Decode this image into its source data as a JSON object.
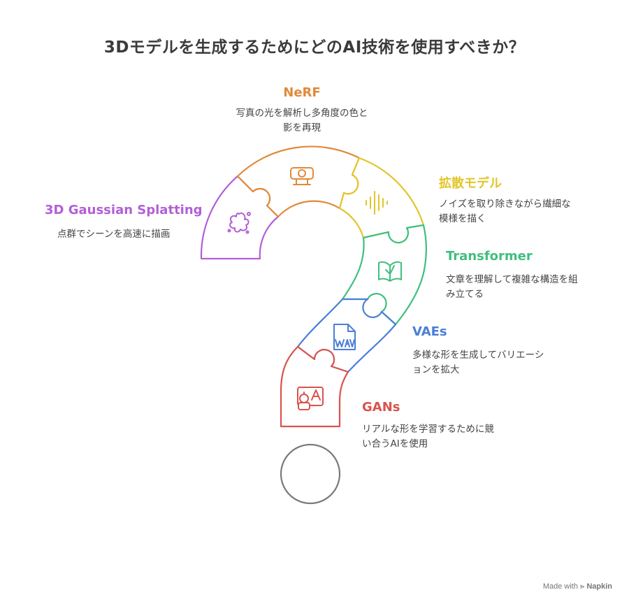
{
  "title": "3Dモデルを生成するためにどのAI技術を使用すべきか？",
  "techniques": [
    {
      "key": "nerf",
      "name": "NeRF",
      "description_lines": [
        "写真の光を解析し多角度の色と",
        "影を再現"
      ],
      "color": "#e08a3c",
      "icon": "camera-icon"
    },
    {
      "key": "diffusion",
      "name": "拡散モデル",
      "description_lines": [
        "ノイズを取り除きながら繊細な",
        "模様を描く"
      ],
      "color": "#e2c52a",
      "icon": "waveform-icon"
    },
    {
      "key": "transformer",
      "name": "Transformer",
      "description_lines": [
        "文章を理解して複雑な構造を組",
        "み立てる"
      ],
      "color": "#3fbf7f",
      "icon": "book-icon"
    },
    {
      "key": "vaes",
      "name": "VAEs",
      "description_lines": [
        "多様な形を生成してバリエーシ",
        "ョンを拡大"
      ],
      "color": "#4a7fd6",
      "icon": "wav-file-icon"
    },
    {
      "key": "gans",
      "name": "GANs",
      "description_lines": [
        "リアルな形を学習するために競",
        "い合うAIを使用"
      ],
      "color": "#d9534f",
      "icon": "robot-image-icon"
    },
    {
      "key": "gaussian",
      "name": "3D Gaussian Splatting",
      "description_lines": [
        "点群でシーンを高速に描画"
      ],
      "color": "#b25fd6",
      "icon": "splat-icon"
    }
  ],
  "dot_color": "#7a7a7a",
  "footer": {
    "prefix": "Made with",
    "brand": "Napkin"
  }
}
